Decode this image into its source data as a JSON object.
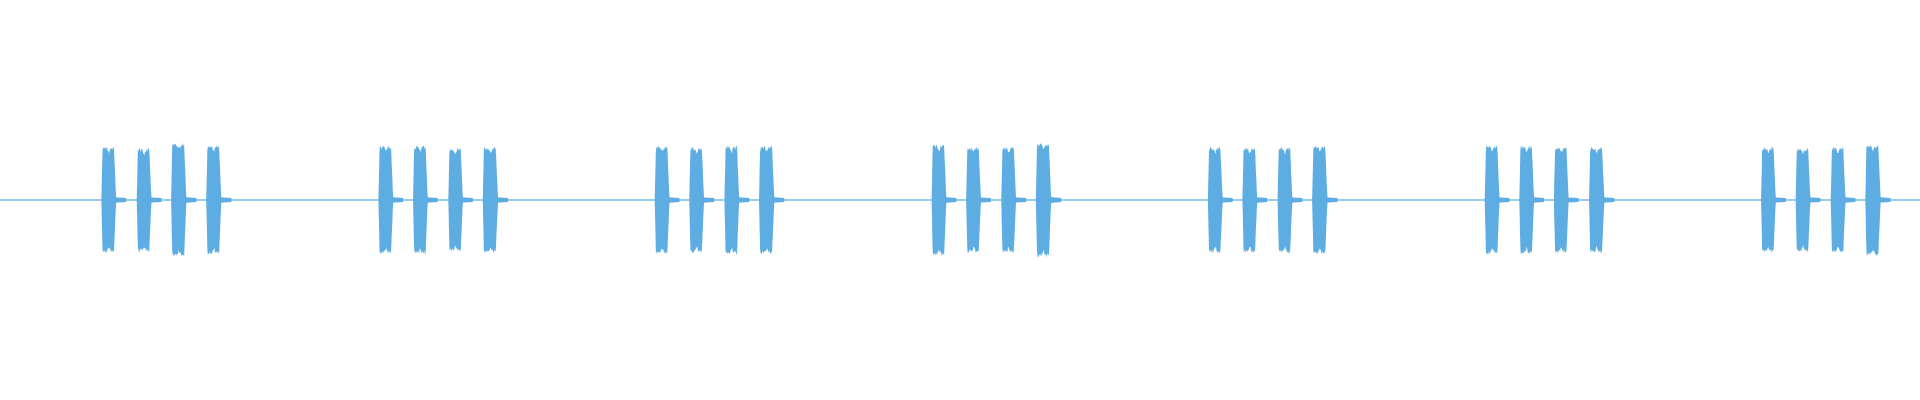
{
  "chart_data": {
    "type": "waveform",
    "title": "",
    "xlabel": "",
    "ylabel": "",
    "color": "#5dade2",
    "background": "#ffffff",
    "grid": false,
    "legend": "none",
    "baseline_amplitude": 0.01,
    "ylim": [
      -1,
      1
    ],
    "xlim": [
      0,
      1
    ],
    "bursts": [
      {
        "group": 1,
        "pulses": [
          {
            "start": 0.0528,
            "end": 0.0605,
            "amplitude": 0.82
          },
          {
            "start": 0.0712,
            "end": 0.0789,
            "amplitude": 0.8
          },
          {
            "start": 0.0891,
            "end": 0.0971,
            "amplitude": 0.88
          },
          {
            "start": 0.1074,
            "end": 0.1153,
            "amplitude": 0.84
          }
        ]
      },
      {
        "group": 2,
        "pulses": [
          {
            "start": 0.1971,
            "end": 0.2048,
            "amplitude": 0.84
          },
          {
            "start": 0.2151,
            "end": 0.2228,
            "amplitude": 0.84
          },
          {
            "start": 0.2335,
            "end": 0.2411,
            "amplitude": 0.8
          },
          {
            "start": 0.2514,
            "end": 0.2594,
            "amplitude": 0.82
          }
        ]
      },
      {
        "group": 3,
        "pulses": [
          {
            "start": 0.341,
            "end": 0.3487,
            "amplitude": 0.84
          },
          {
            "start": 0.359,
            "end": 0.3667,
            "amplitude": 0.82
          },
          {
            "start": 0.3773,
            "end": 0.385,
            "amplitude": 0.84
          },
          {
            "start": 0.3953,
            "end": 0.4033,
            "amplitude": 0.84
          }
        ]
      },
      {
        "group": 4,
        "pulses": [
          {
            "start": 0.4852,
            "end": 0.4929,
            "amplitude": 0.86
          },
          {
            "start": 0.5032,
            "end": 0.5109,
            "amplitude": 0.82
          },
          {
            "start": 0.5215,
            "end": 0.5292,
            "amplitude": 0.82
          },
          {
            "start": 0.5395,
            "end": 0.5475,
            "amplitude": 0.88
          }
        ]
      },
      {
        "group": 5,
        "pulses": [
          {
            "start": 0.6291,
            "end": 0.6368,
            "amplitude": 0.82
          },
          {
            "start": 0.6471,
            "end": 0.6548,
            "amplitude": 0.82
          },
          {
            "start": 0.6654,
            "end": 0.6731,
            "amplitude": 0.82
          },
          {
            "start": 0.6834,
            "end": 0.6914,
            "amplitude": 0.84
          }
        ]
      },
      {
        "group": 6,
        "pulses": [
          {
            "start": 0.7733,
            "end": 0.781,
            "amplitude": 0.84
          },
          {
            "start": 0.7913,
            "end": 0.799,
            "amplitude": 0.84
          },
          {
            "start": 0.8093,
            "end": 0.817,
            "amplitude": 0.82
          },
          {
            "start": 0.8276,
            "end": 0.8356,
            "amplitude": 0.82
          }
        ]
      },
      {
        "group": 7,
        "pulses": [
          {
            "start": 0.9172,
            "end": 0.9249,
            "amplitude": 0.82
          },
          {
            "start": 0.9352,
            "end": 0.9429,
            "amplitude": 0.8
          },
          {
            "start": 0.9535,
            "end": 0.9612,
            "amplitude": 0.82
          },
          {
            "start": 0.9715,
            "end": 0.9795,
            "amplitude": 0.86
          }
        ]
      }
    ]
  }
}
